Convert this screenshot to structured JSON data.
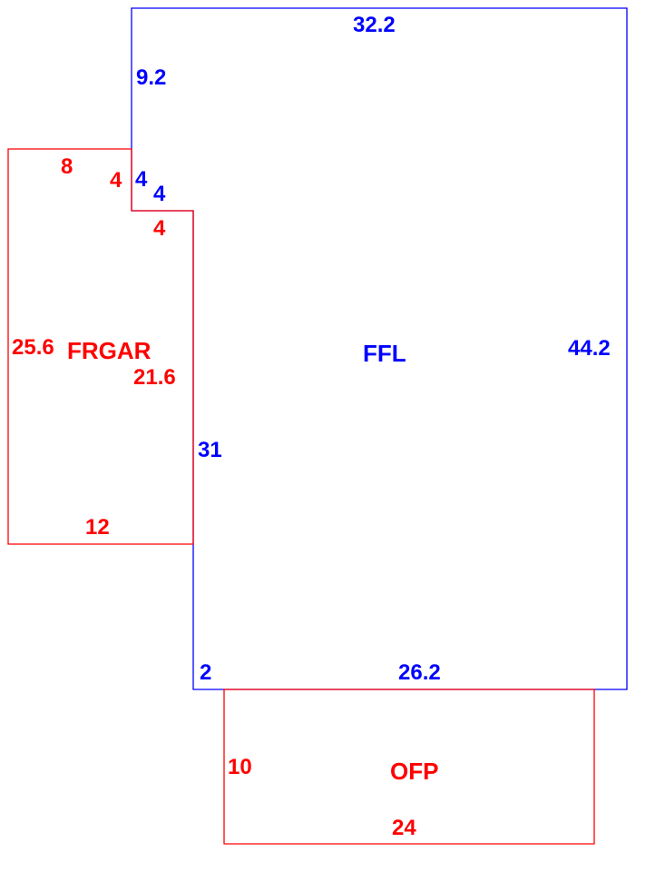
{
  "colors": {
    "living": "#0000ff",
    "other": "#ff0000",
    "background": "#ffffff"
  },
  "areas": {
    "ffl": {
      "code": "FFL",
      "dims": {
        "top": "32.2",
        "left_upper": "9.2",
        "step_vertical": "4",
        "step_horizontal": "4",
        "right": "44.2",
        "left_lower": "31",
        "bottom_notch": "2",
        "bottom": "26.2"
      }
    },
    "frgar": {
      "code": "FRGAR",
      "dims": {
        "top": "8",
        "step_vertical": "4",
        "step_horizontal": "4",
        "left": "25.6",
        "right": "21.6",
        "bottom": "12"
      }
    },
    "ofp": {
      "code": "OFP",
      "dims": {
        "left": "10",
        "bottom": "24"
      }
    }
  }
}
